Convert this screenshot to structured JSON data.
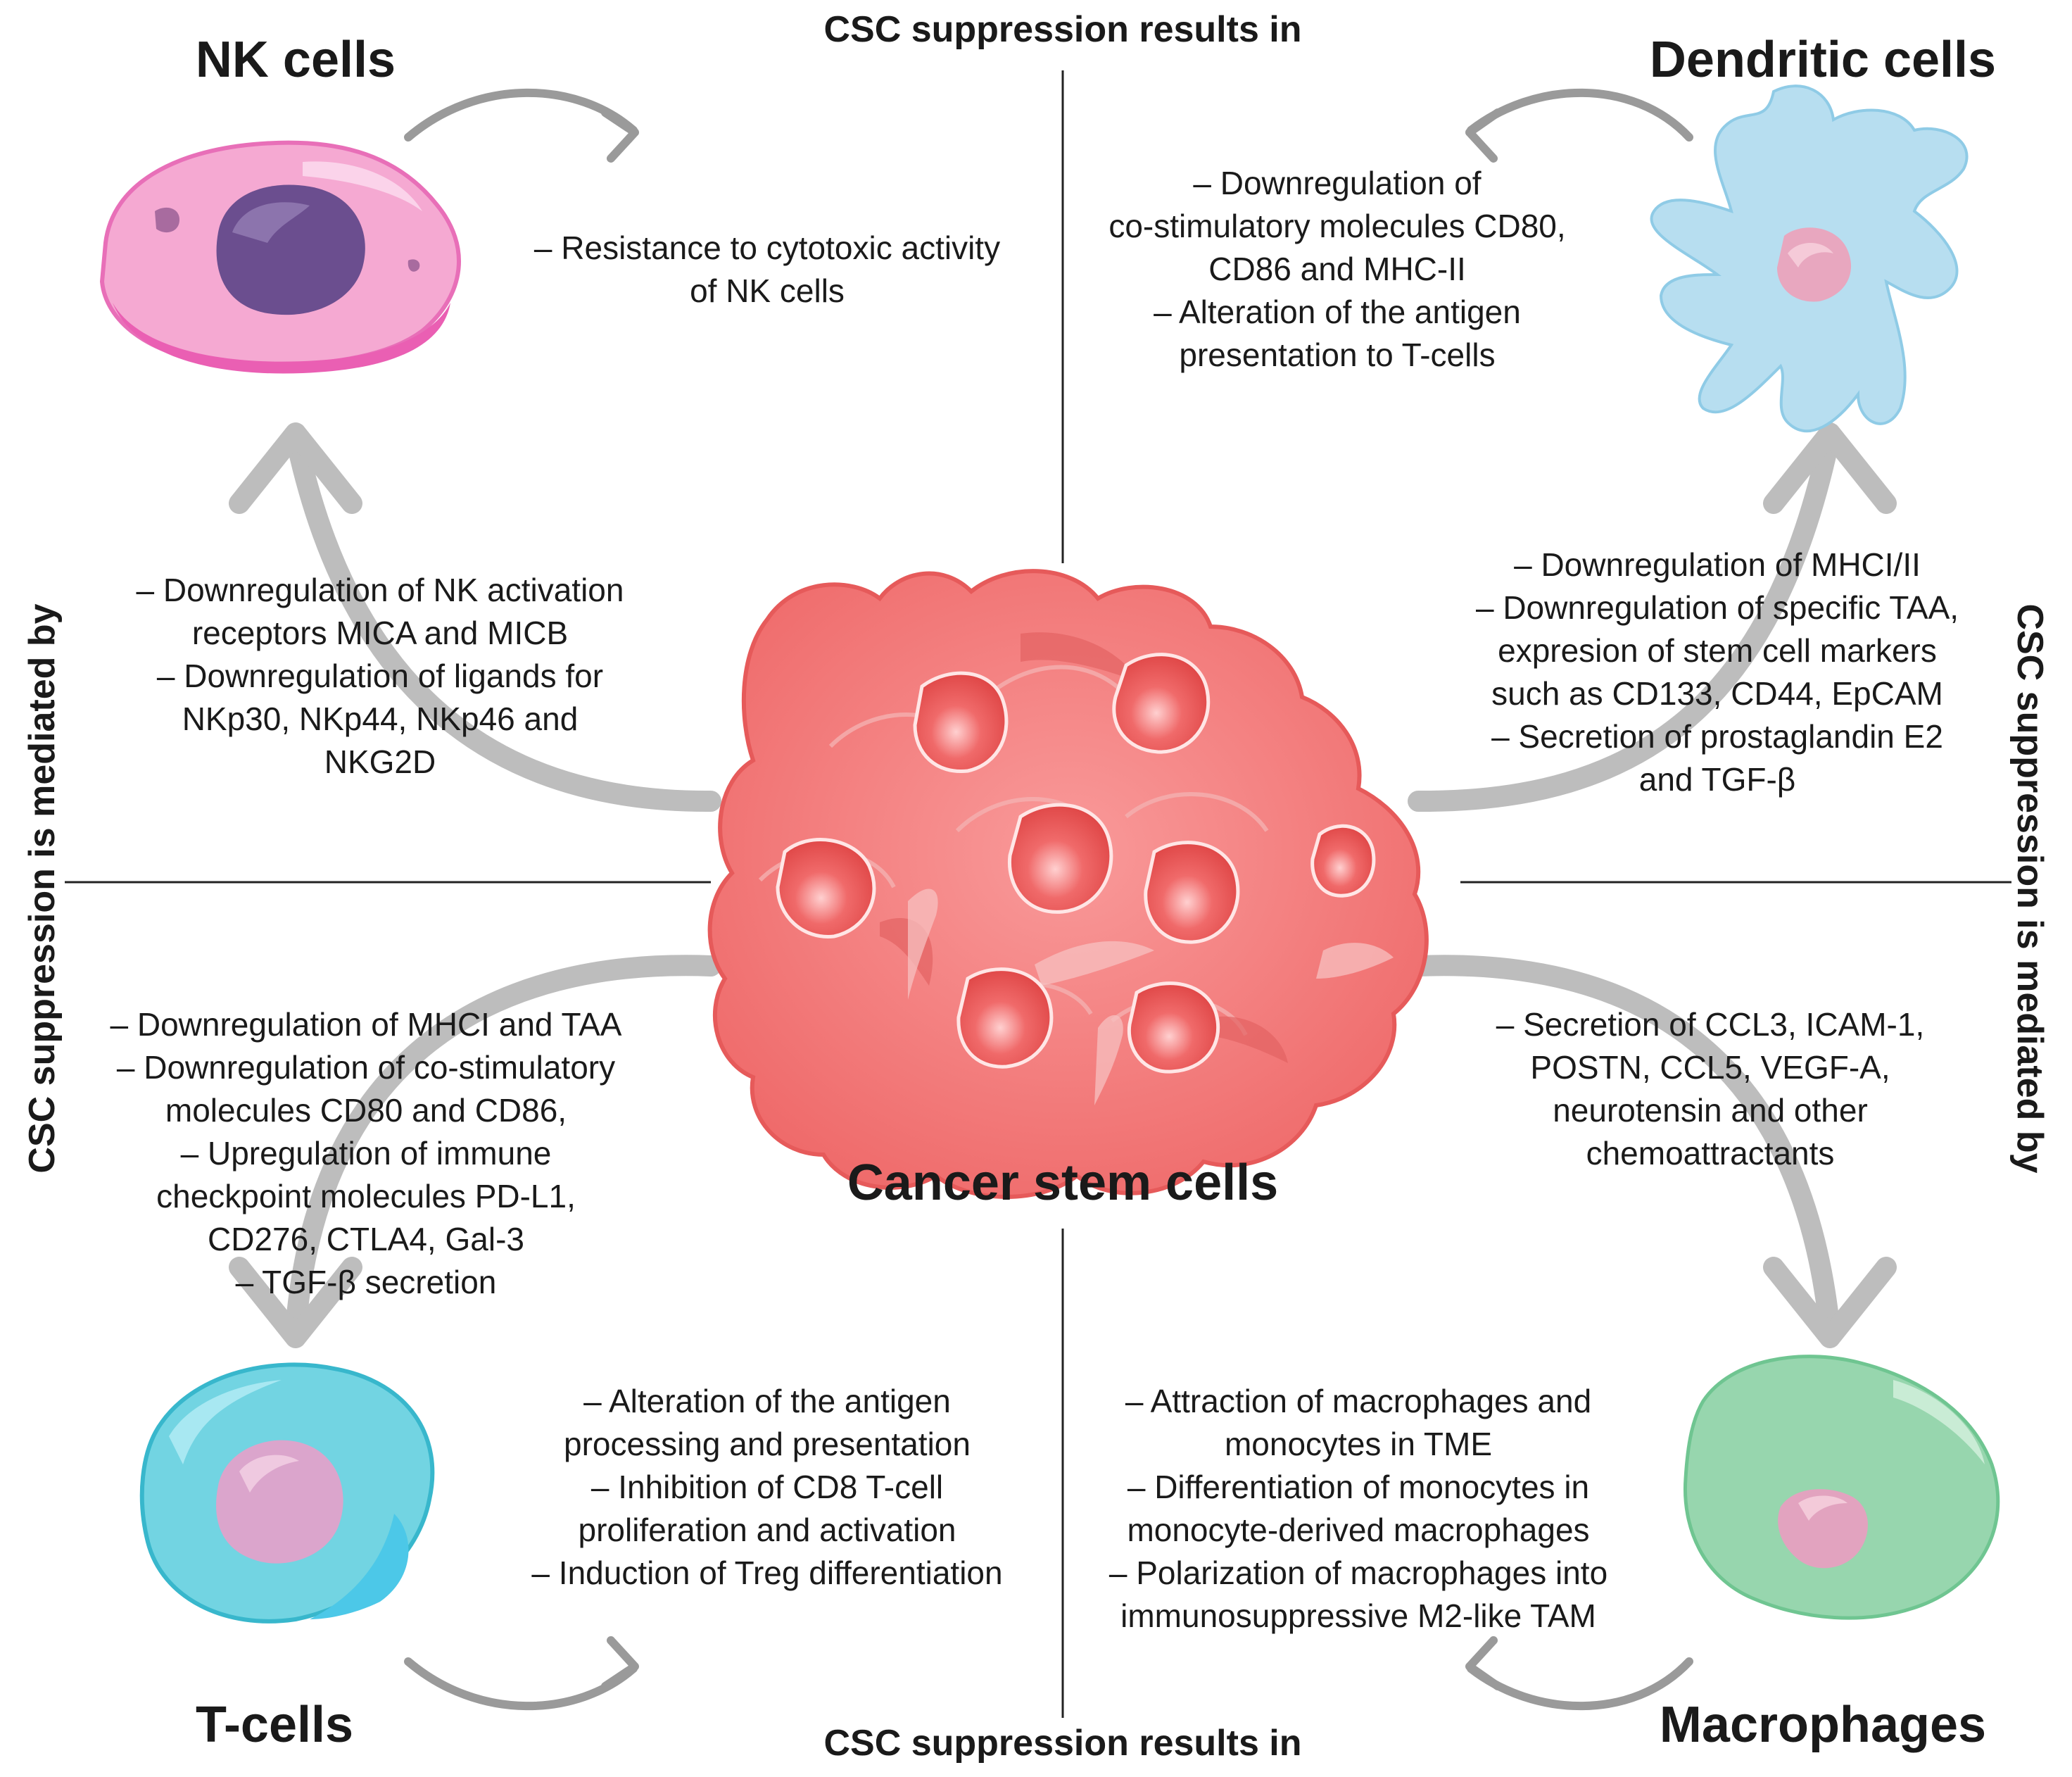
{
  "headers": {
    "top": "CSC suppression results in",
    "bottom": "CSC suppression results in",
    "left": "CSC suppression is mediated by",
    "right": "CSC suppression is mediated by"
  },
  "cells": {
    "nk": "NK cells",
    "dendritic": "Dendritic cells",
    "tcells": "T-cells",
    "macrophages": "Macrophages",
    "center": "Cancer stem cells"
  },
  "results": {
    "nk": [
      "– Resistance to cytotoxic activity",
      "of NK cells"
    ],
    "dendritic": [
      "– Downregulation of",
      "co-stimulatory molecules CD80,",
      "CD86 and MHC-II",
      "– Alteration of the antigen",
      "presentation to T-cells"
    ],
    "tcells": [
      "– Alteration of the antigen",
      "processing and presentation",
      "– Inhibition of CD8 T-cell",
      "proliferation and activation",
      "– Induction of Treg differentiation"
    ],
    "macrophages": [
      "– Attraction of macrophages and",
      "monocytes in TME",
      "– Differentiation of monocytes in",
      "monocyte-derived macrophages",
      "– Polarization of macrophages into",
      "immunosuppressive M2-like TAM"
    ]
  },
  "mechanisms": {
    "nk": [
      "– Downregulation of NK activation",
      "receptors MICA and MICB",
      "– Downregulation of ligands for",
      "NKp30, NKp44, NKp46 and",
      "NKG2D"
    ],
    "dendritic": [
      "– Downregulation of MHCI/II",
      "– Downregulation of specific TAA,",
      "expresion of stem cell markers",
      "such as CD133, CD44, EpCAM",
      "– Secretion of prostaglandin E2",
      "and TGF-β"
    ],
    "tcells": [
      "– Downregulation of MHCI and TAA",
      "– Downregulation of co-stimulatory",
      "molecules CD80 and CD86,",
      "– Upregulation of immune",
      "checkpoint molecules PD-L1,",
      "CD276, CTLA4, Gal-3",
      "– TGF-β secretion"
    ],
    "macrophages": [
      "– Secretion of CCL3, ICAM-1,",
      "POSTN, CCL5, VEGF-A,",
      "neurotensin and other",
      "chemoattractants"
    ]
  },
  "colors": {
    "nk": "#f08cc8",
    "dendritic": "#a8d8ee",
    "tcells": "#6fd0df",
    "macrophages": "#8fd3a8",
    "cancer": "#f47a7a",
    "arrow": "#bdbdbd",
    "divider": "#222222"
  }
}
